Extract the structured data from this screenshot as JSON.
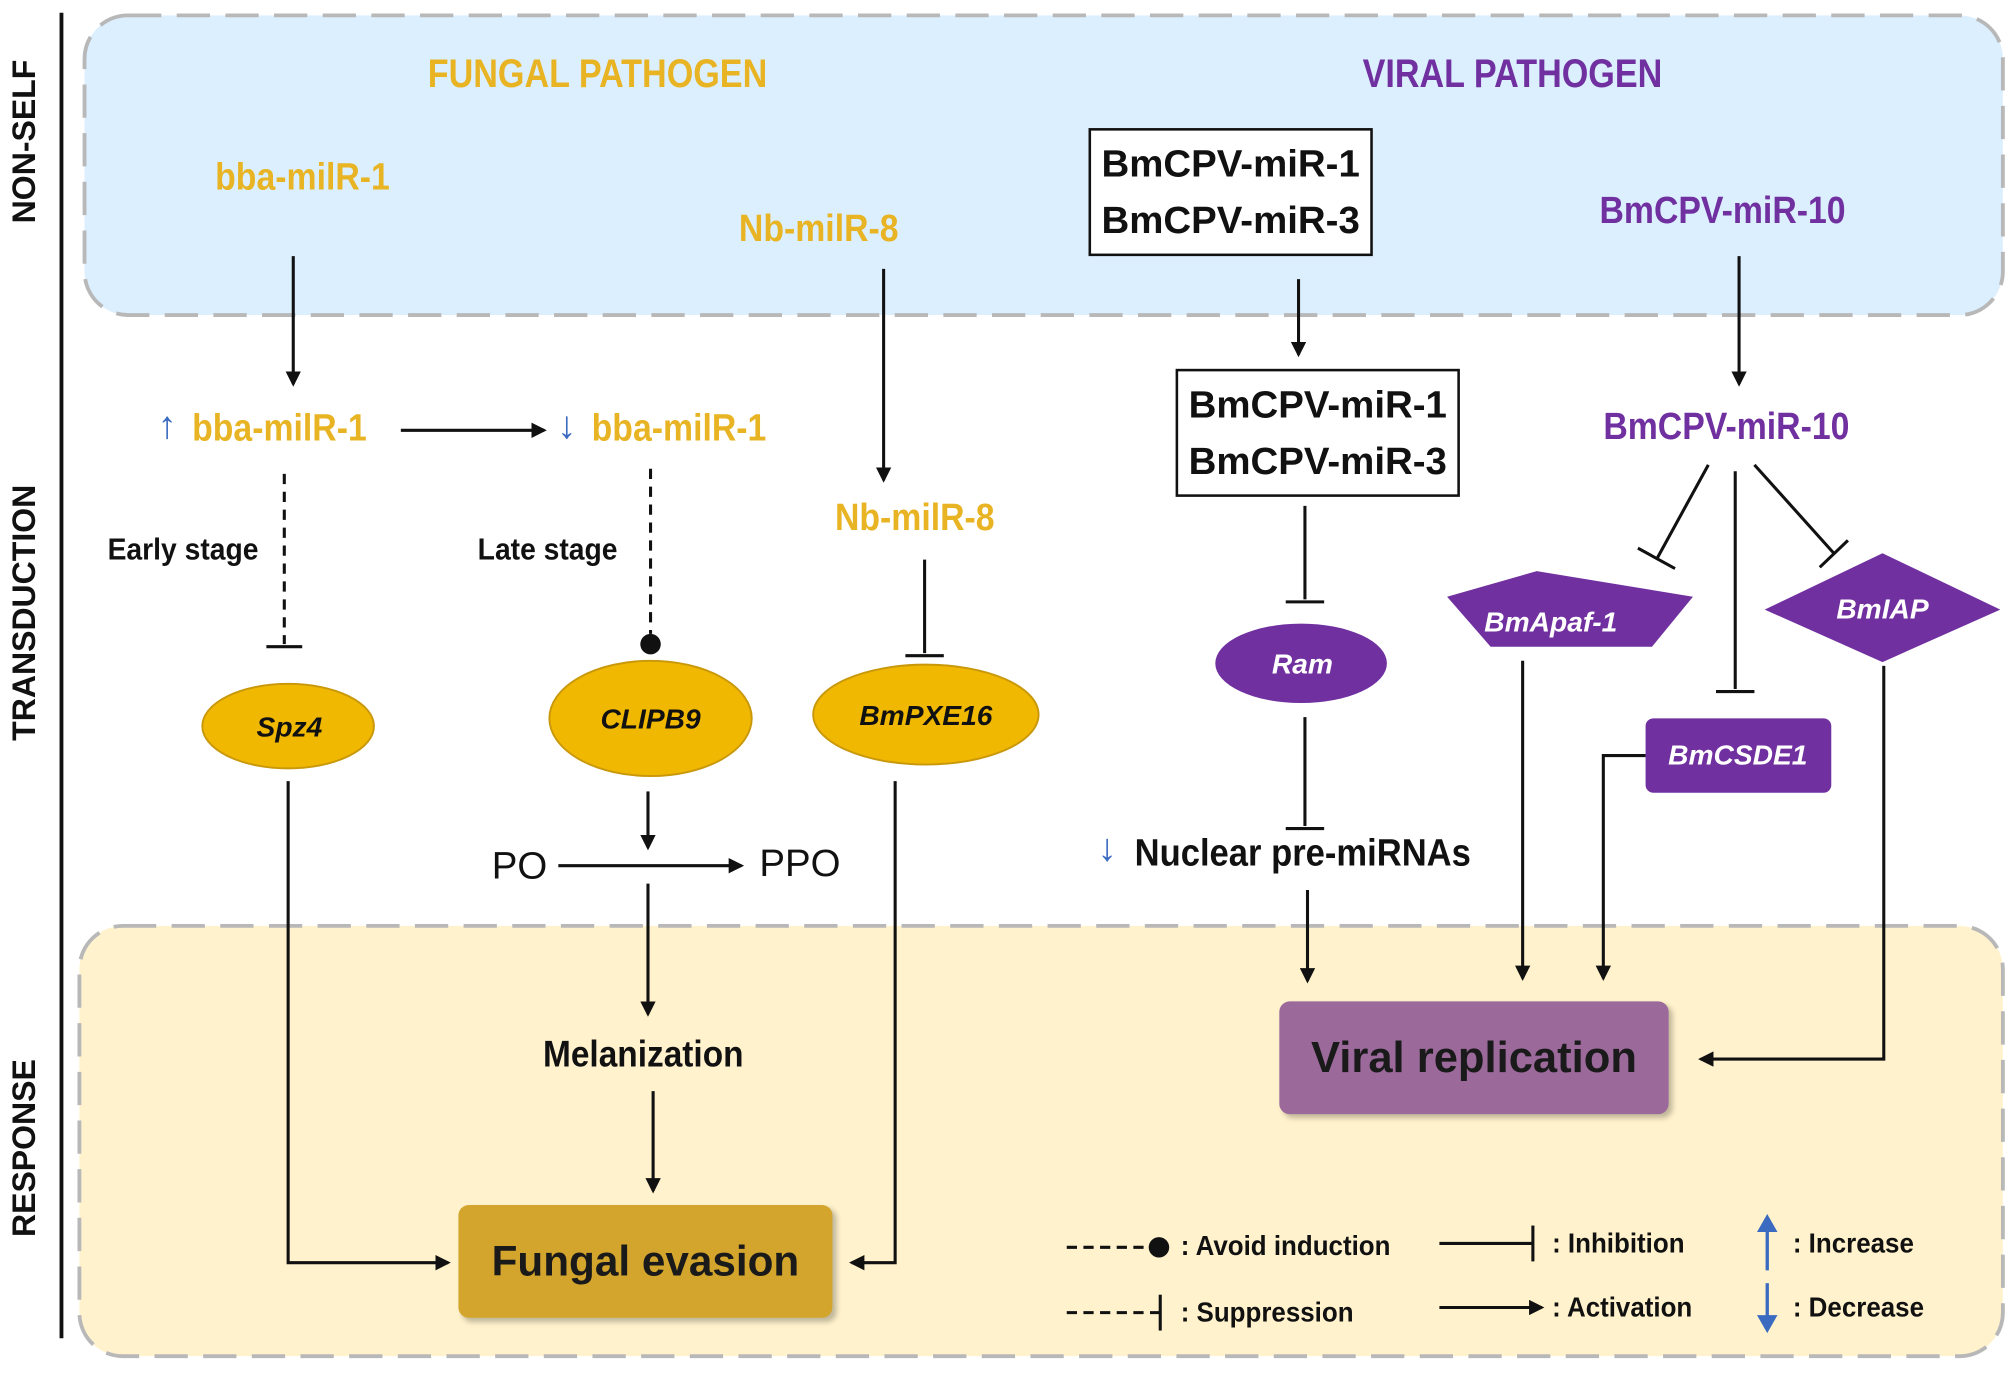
{
  "sections": {
    "non_self": "NON-SELF",
    "transduction": "TRANSDUCTION",
    "response": "RESPONSE"
  },
  "headers": {
    "fungal": "FUNGAL PATHOGEN",
    "viral": "VIRAL PATHOGEN"
  },
  "fungal": {
    "bba_top": "bba-milR-1",
    "nb_top": "Nb-milR-8",
    "bba_up": "bba-milR-1",
    "bba_down": "bba-milR-1",
    "nb_mid": "Nb-milR-8",
    "early_stage": "Early stage",
    "late_stage": "Late stage",
    "spz4": "Spz4",
    "clipb9": "CLIPB9",
    "bmpxe16": "BmPXE16",
    "po": "PO",
    "ppo": "PPO",
    "melanization": "Melanization",
    "evasion": "Fungal evasion"
  },
  "viral": {
    "box_top": [
      "BmCPV-miR-1",
      "BmCPV-miR-3"
    ],
    "mir10_top": "BmCPV-miR-10",
    "box_mid": [
      "BmCPV-miR-1",
      "BmCPV-miR-3"
    ],
    "mir10_mid": "BmCPV-miR-10",
    "ram": "Ram",
    "bmapaf1": "BmApaf-1",
    "bmiap": "BmIAP",
    "bmcsde1": "BmCSDE1",
    "nuclear": "Nuclear pre-miRNAs",
    "replication": "Viral replication"
  },
  "symbols": {
    "up_arrow": "↑",
    "down_arrow": "↓"
  },
  "legend": {
    "avoid_induction": ": Avoid induction",
    "suppression": ": Suppression",
    "inhibition": ": Inhibition",
    "activation": ": Activation",
    "increase": ": Increase",
    "decrease": ": Decrease"
  },
  "colors": {
    "nonself_bg": "#dcefff",
    "response_bg": "#fff2cc",
    "gold_node": "#f0b800",
    "purple_node": "#7030a0",
    "fungal_box": "#d4a52c",
    "viral_box": "#9b6a9b",
    "blue_arrow": "#3b6bc0"
  }
}
